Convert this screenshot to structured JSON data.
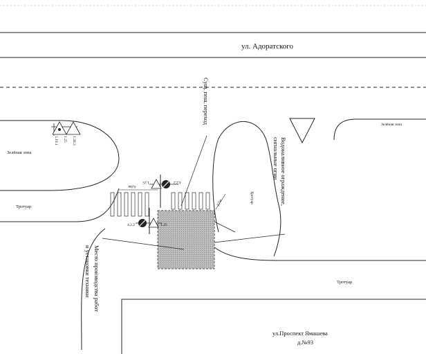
{
  "streets": {
    "top": "ул. Адоратского",
    "bottom_line1": "ул.Проспект Ямашева",
    "bottom_line2": "д.№93"
  },
  "zones": {
    "green_left": "Зелёная зона",
    "green_right": "Зелёная зона",
    "sidewalk_left": "Тротуар",
    "sidewalk_island": "Тротуар",
    "sidewalk_bottom": "Тротуар"
  },
  "labels": {
    "crossing": "Сущ. пеш. переход",
    "barrier_line1": "Водоналивное ограждение,",
    "barrier_line2": "сигнальные огни",
    "work_line1": "Место производства работ",
    "work_line2": "и установки техники"
  },
  "signs": {
    "cluster_a": "1.25",
    "cluster_b": "1.20.3",
    "cluster_c": "5.19.1",
    "mid_top_left": "1.25",
    "mid_top_right": "4.2.2",
    "mid_bottom_left": "4.2.2",
    "mid_bottom_right": "1.25"
  },
  "dimensions": {
    "crossing_width": "6,0м",
    "island_width": "2,7м"
  }
}
